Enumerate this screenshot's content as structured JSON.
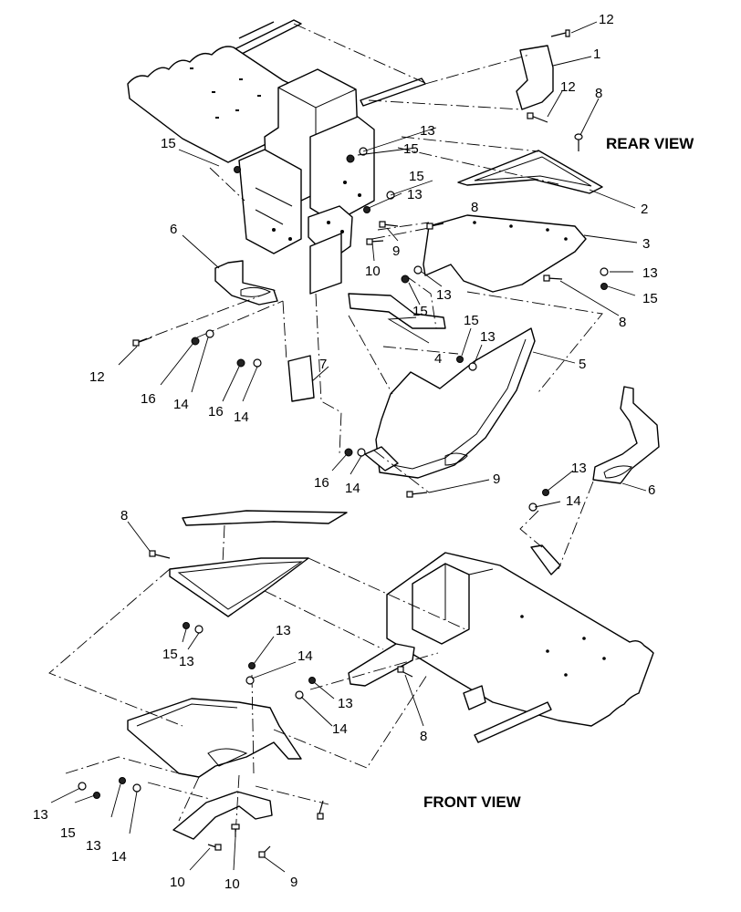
{
  "views": {
    "rear": "REAR VIEW",
    "front": "FRONT VIEW"
  },
  "callouts": {
    "c1": "1",
    "c2": "2",
    "c3": "3",
    "c4": "4",
    "c5": "5",
    "c6a": "6",
    "c6b": "6",
    "c7": "7",
    "c8a": "8",
    "c8b": "8",
    "c8c": "8",
    "c8d": "8",
    "c9a": "9",
    "c9b": "9",
    "c9c": "9",
    "c10a": "10",
    "c10b": "10",
    "c10c": "10",
    "c12a": "12",
    "c12b": "12",
    "c12c": "12",
    "c13a": "13",
    "c13b": "13",
    "c13c": "13",
    "c13d": "13",
    "c13e": "13",
    "c13f": "13",
    "c13g": "13",
    "c13h": "13",
    "c13i": "13",
    "c13j": "13",
    "c13k": "13",
    "c14a": "14",
    "c14b": "14",
    "c14c": "14",
    "c14d": "14",
    "c14e": "14",
    "c14f": "14",
    "c14g": "14",
    "c15a": "15",
    "c15b": "15",
    "c15c": "15",
    "c15d": "15",
    "c15e": "15",
    "c15f": "15",
    "c15g": "15",
    "c15h": "15",
    "c16a": "16",
    "c16b": "16",
    "c16c": "16"
  }
}
